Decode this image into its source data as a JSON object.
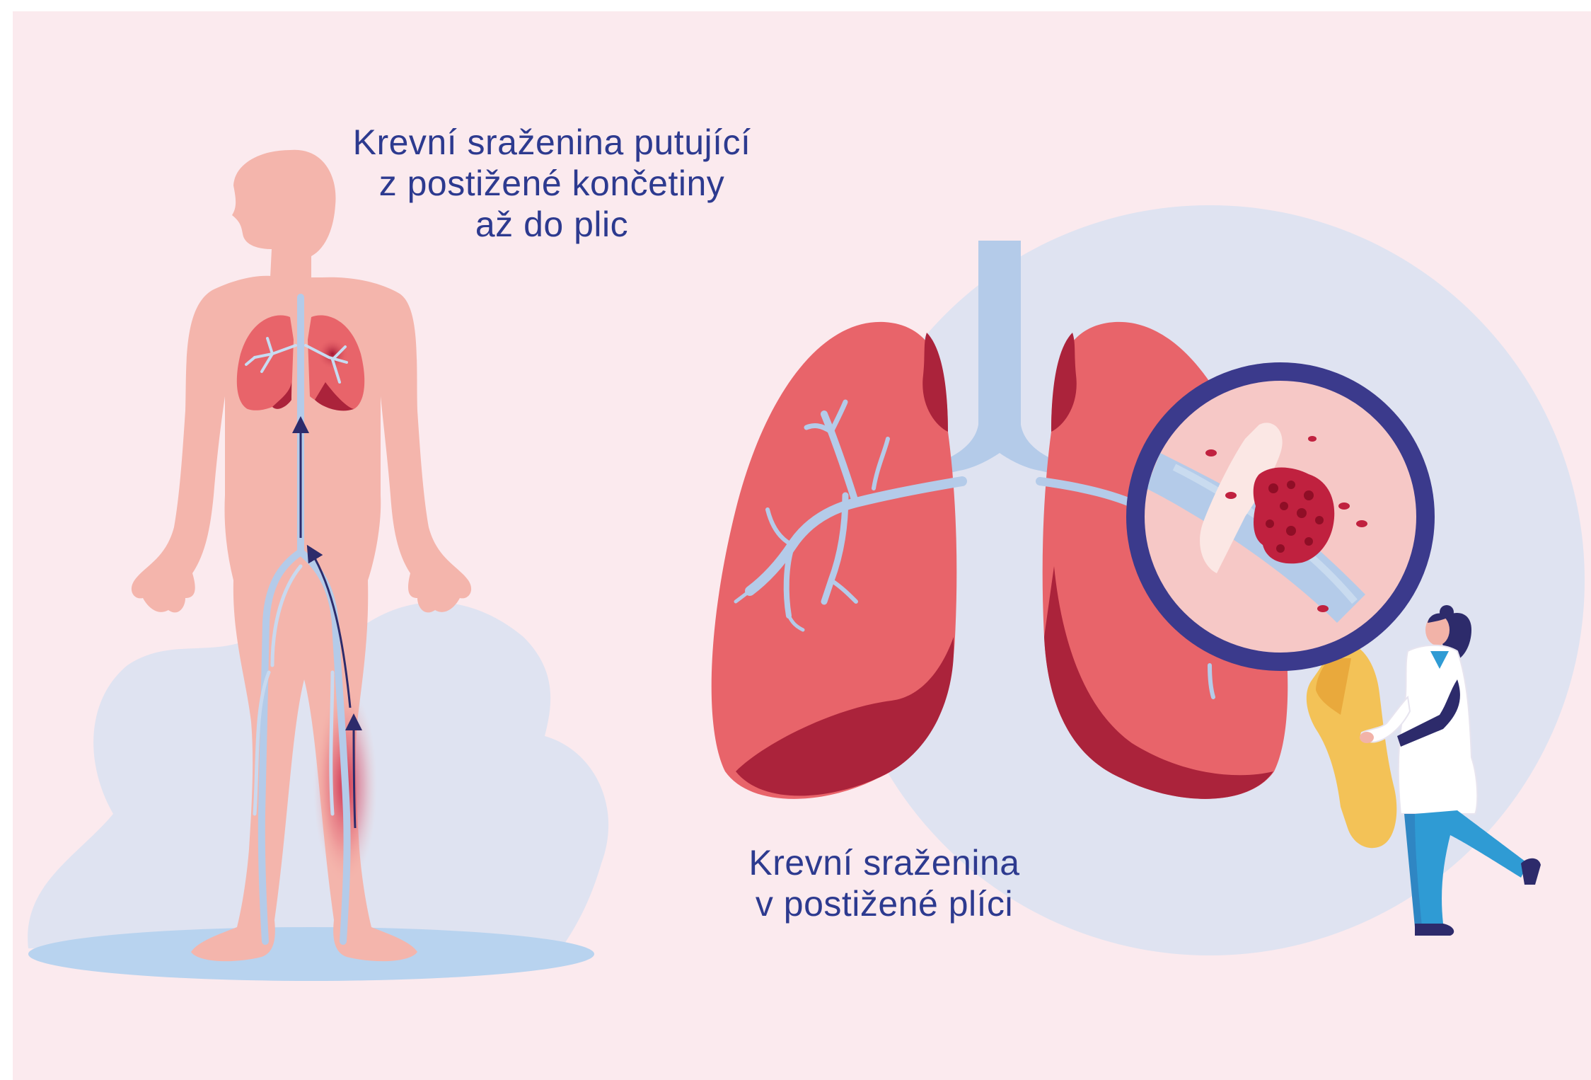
{
  "captions": {
    "clot_travel": [
      "Krevní sraženina putující",
      "z postižené končetiny",
      "až do plic"
    ],
    "clot_lung": [
      "Krevní sraženina",
      "v postižené plíci"
    ]
  },
  "icons": [
    "human-body-figure",
    "lungs-illustration",
    "magnifying-glass-icon",
    "blood-clot",
    "doctor-figure"
  ],
  "colors": {
    "background": "#fbeaee",
    "skin": "#f4b5ac",
    "lung": "#e8646a",
    "lung_dark": "#ab233b",
    "vessel": "#b4cbe9",
    "arrow": "#2d2b6b",
    "text": "#2d3a8f",
    "magnifier_rim": "#3b3a8c",
    "handle": "#f3c257"
  }
}
